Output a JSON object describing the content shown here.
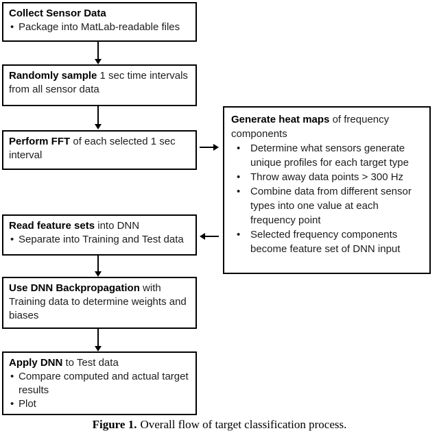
{
  "flow": {
    "boxes": [
      {
        "bold": "Collect Sensor Data",
        "rest": "",
        "bullets": [
          "Package into MatLab-readable files"
        ]
      },
      {
        "bold": "Randomly sample",
        "rest": " 1 sec time intervals from all sensor data",
        "bullets": []
      },
      {
        "bold": "Perform FFT",
        "rest": " of each selected 1 sec interval",
        "bullets": []
      },
      {
        "bold": "Read feature sets",
        "rest": " into DNN",
        "bullets": [
          "Separate into Training and Test data"
        ]
      },
      {
        "bold": "Use DNN Backpropagation",
        "rest": " with Training data to determine weights and biases",
        "bullets": []
      },
      {
        "bold": "Apply DNN",
        "rest": " to Test data",
        "bullets": [
          "Compare computed and actual target results",
          "Plot"
        ]
      }
    ],
    "side_box": {
      "bold": "Generate heat maps",
      "rest": " of frequency components",
      "bullets": [
        "Determine what sensors generate unique profiles for each target type",
        "Throw away data points > 300 Hz",
        "Combine data from different sensor types into one value at each frequency point",
        "Selected frequency components become feature set of DNN input"
      ]
    },
    "connectors": [
      {
        "from": "Collect Sensor Data",
        "to": "Randomly sample",
        "direction": "down"
      },
      {
        "from": "Randomly sample",
        "to": "Perform FFT",
        "direction": "down"
      },
      {
        "from": "Perform FFT",
        "to": "Generate heat maps",
        "direction": "right"
      },
      {
        "from": "Generate heat maps",
        "to": "Read feature sets",
        "direction": "left"
      },
      {
        "from": "Read feature sets",
        "to": "Use DNN Backpropagation",
        "direction": "down"
      },
      {
        "from": "Use DNN Backpropagation",
        "to": "Apply DNN",
        "direction": "down"
      }
    ]
  },
  "figure": {
    "caption_label": "Figure 1.",
    "caption_text": "Overall flow of target classification process."
  },
  "colors": {
    "ink": "#1c1c1c",
    "border": "#000000",
    "background": "#ffffff"
  }
}
